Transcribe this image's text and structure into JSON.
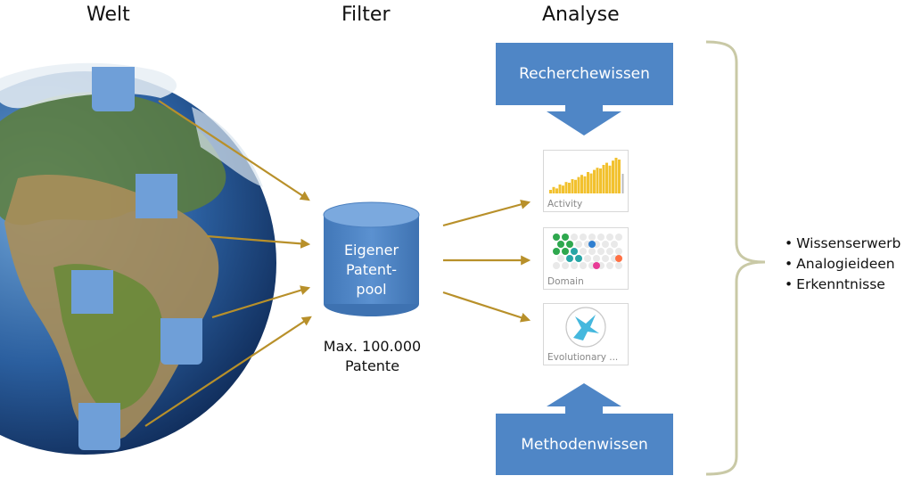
{
  "headers": {
    "welt": "Welt",
    "filter": "Filter",
    "analyse": "Analyse"
  },
  "pool": {
    "line1": "Eigener",
    "line2": "Patent-",
    "line3": "pool"
  },
  "caption": {
    "line1": "Max. 100.000",
    "line2": "Patente"
  },
  "boxes": {
    "top": "Recherchewissen",
    "bottom": "Methodenwissen"
  },
  "cards": [
    {
      "label": "Activity"
    },
    {
      "label": "Domain"
    },
    {
      "label": "Evolutionary ..."
    }
  ],
  "outcomes": [
    "Wissenserwerb",
    "Analogieideen",
    "Erkenntnisse"
  ],
  "activity_bars": [
    0.1,
    0.18,
    0.14,
    0.25,
    0.22,
    0.32,
    0.3,
    0.4,
    0.38,
    0.46,
    0.52,
    0.48,
    0.6,
    0.56,
    0.66,
    0.72,
    0.7,
    0.8,
    0.86,
    0.78,
    0.92,
    1.0,
    0.95
  ],
  "colors": {
    "arrow": "#b8902a",
    "box": "#4f86c6",
    "doc": "#6f9fd8",
    "bar": "#f2c12e",
    "brace": "#c9c9a6"
  }
}
